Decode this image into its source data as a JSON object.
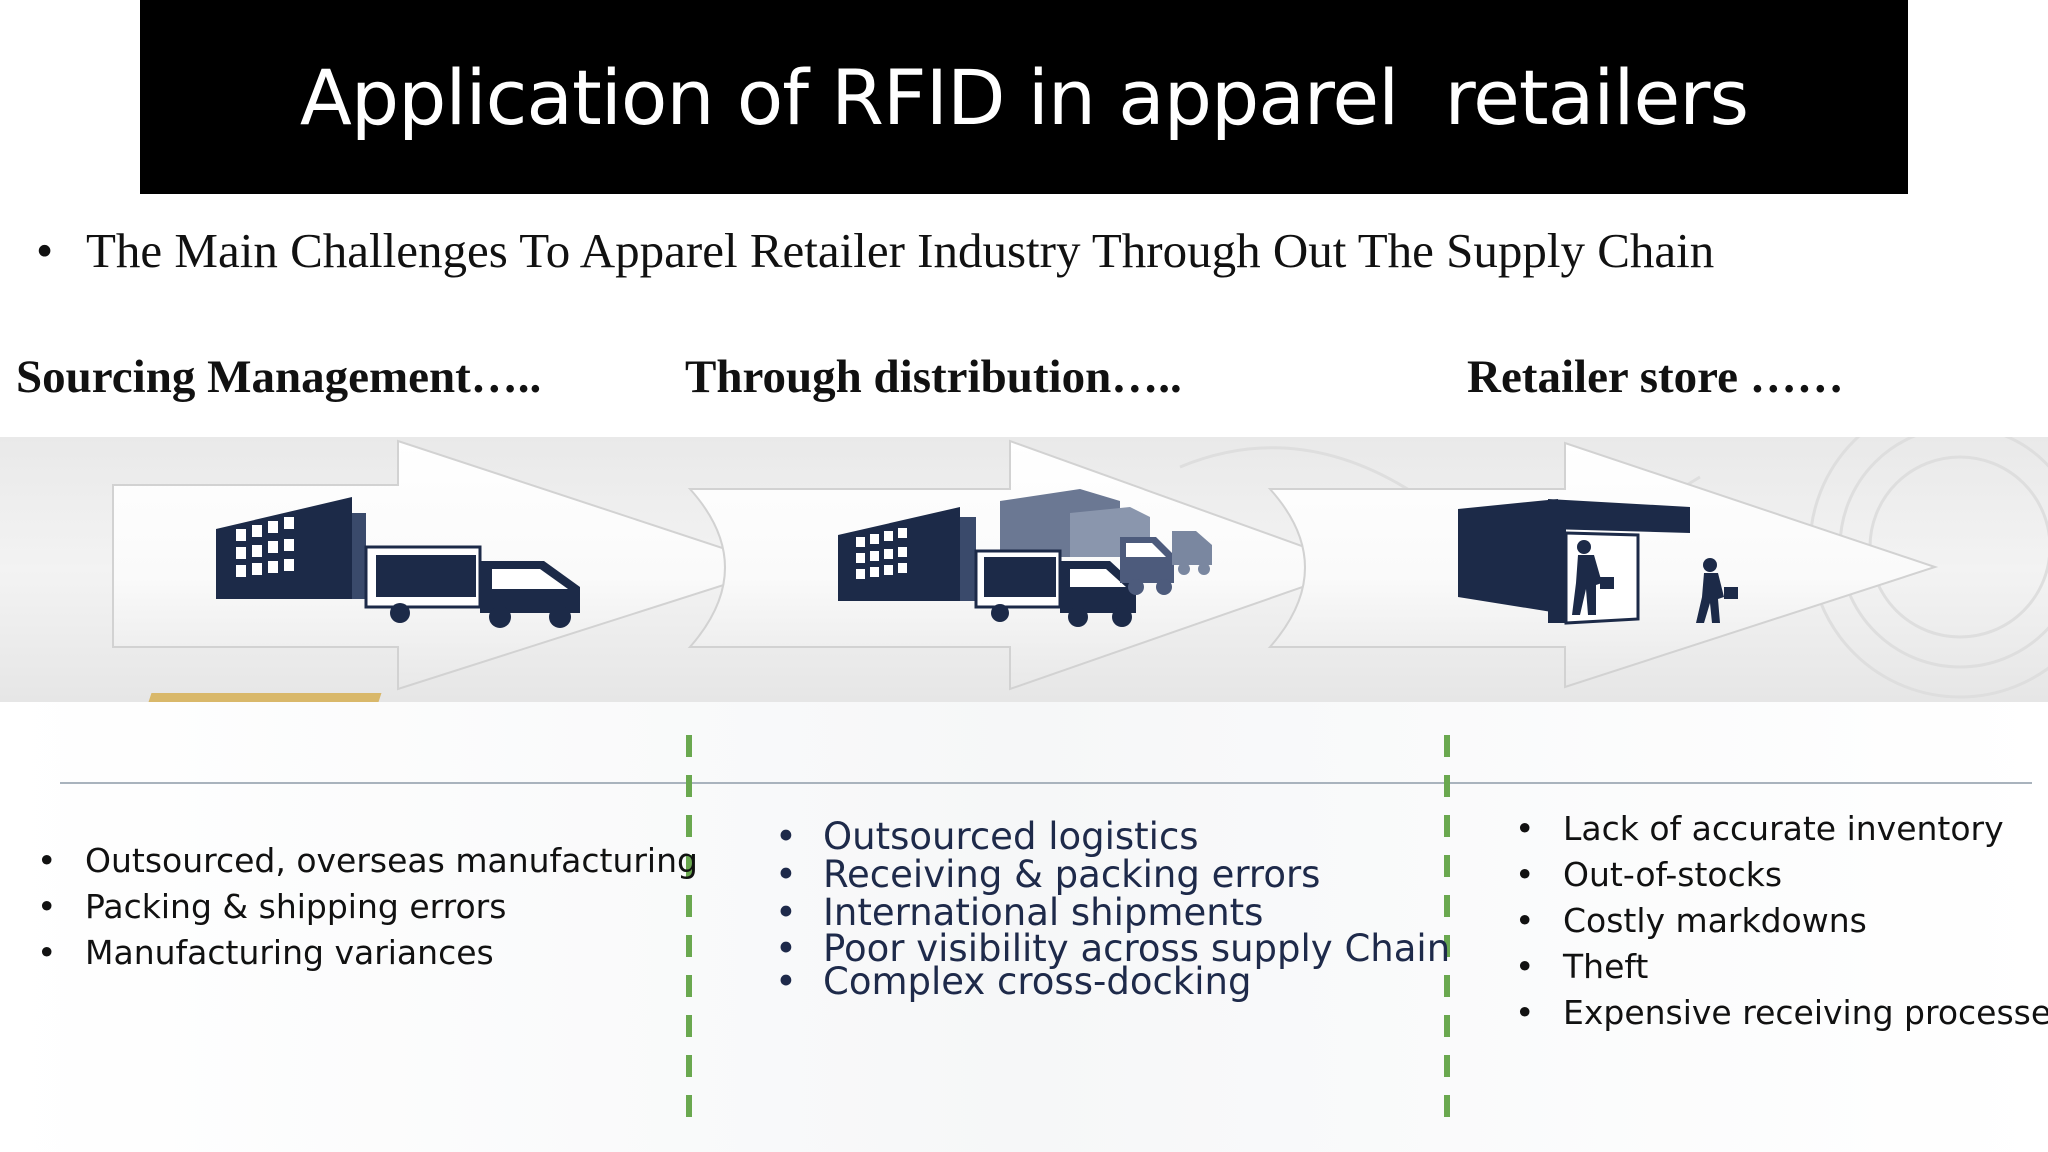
{
  "title": "Application of RFID in apparel  retailers",
  "subtitle": {
    "bullet": "•",
    "text": "The Main Challenges To Apparel Retailer Industry Through Out The Supply Chain"
  },
  "stages": [
    {
      "heading": "Sourcing Management…..",
      "challenges": [
        "Outsourced, overseas manufacturing",
        "Packing & shipping errors",
        "Manufacturing variances"
      ]
    },
    {
      "heading": "Through distribution…..",
      "challenges": [
        "Outsourced logistics",
        "Receiving & packing errors",
        "International shipments",
        "Poor visibility across supply Chain",
        "Complex cross-docking"
      ]
    },
    {
      "heading": "Retailer store ……",
      "challenges": [
        "Lack of accurate inventory",
        "Out-of-stocks",
        "Costly markdowns",
        "Theft",
        "Expensive receiving processes"
      ]
    }
  ],
  "bullet_char": "•",
  "icons": [
    "factory-truck-icon",
    "warehouse-trucks-icon",
    "store-shoppers-icon"
  ],
  "colors": {
    "title_bg": "#000000",
    "title_fg": "#ffffff",
    "icon_navy": "#1c2a48",
    "divider_green": "#6aa84f",
    "arrow_white": "#ffffff",
    "mid_list_text": "#1e2a4a"
  }
}
